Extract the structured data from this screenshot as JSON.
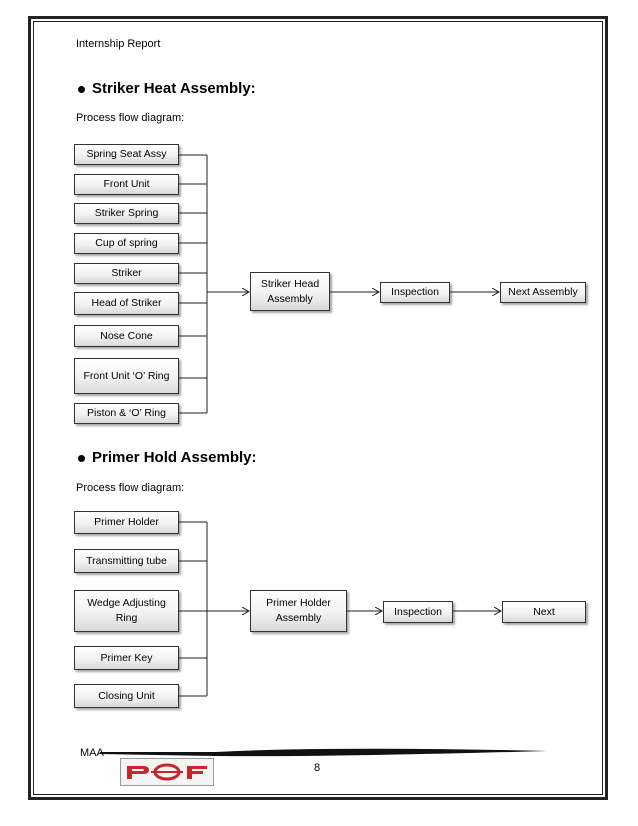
{
  "header": {
    "title": "Internship Report"
  },
  "section1": {
    "title": "Striker Heat Assembly:",
    "subtitle": "Process flow diagram:",
    "inputs": [
      "Spring Seat Assy",
      "Front Unit",
      "Striker Spring",
      "Cup of spring",
      "Striker",
      "Head of Striker",
      "Nose Cone",
      "Front Unit ‘O’ Ring",
      "Piston & ‘O’ Ring"
    ],
    "assembly": "Striker Head Assembly",
    "inspection": "Inspection",
    "next": "Next Assembly"
  },
  "section2": {
    "title": "Primer Hold Assembly:",
    "subtitle": "Process flow diagram:",
    "inputs": [
      "Primer Holder",
      "Transmitting tube",
      "Wedge Adjusting Ring",
      "Primer Key",
      "Closing Unit"
    ],
    "assembly": "Primer Holder Assembly",
    "inspection": "Inspection",
    "next": "Next"
  },
  "footer": {
    "text": "MAA",
    "page_number": "8",
    "logo_text": "POF"
  }
}
